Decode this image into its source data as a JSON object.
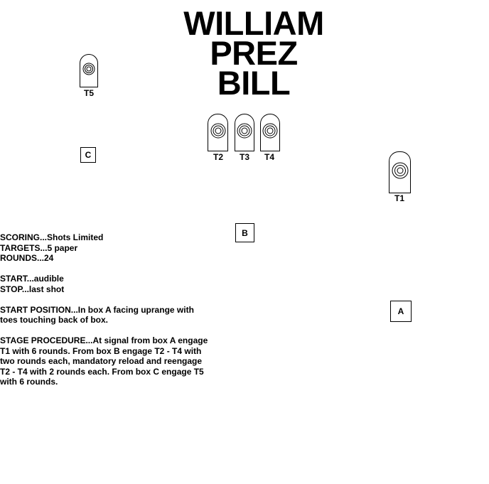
{
  "title": [
    "WILLIAM",
    "PREZ",
    "BILL"
  ],
  "targets": {
    "t1": "T1",
    "t2": "T2",
    "t3": "T3",
    "t4": "T4",
    "t5": "T5"
  },
  "boxes": {
    "a": "A",
    "b": "B",
    "c": "C"
  },
  "info": {
    "scoring": "SCORING...Shots Limited",
    "targets": "TARGETS...5 paper",
    "rounds": "ROUNDS...24",
    "start": "START...audible",
    "stop": "STOP...last shot",
    "start_position": "START POSITION...In box A facing uprange with toes touching back of box.",
    "stage_procedure": "STAGE PROCEDURE...At signal from box A engage T1 with 6 rounds. From box B engage T2 - T4 with two rounds each, mandatory reload and reengage T2 - T4 with 2 rounds each. From box C engage T5 with 6 rounds."
  }
}
